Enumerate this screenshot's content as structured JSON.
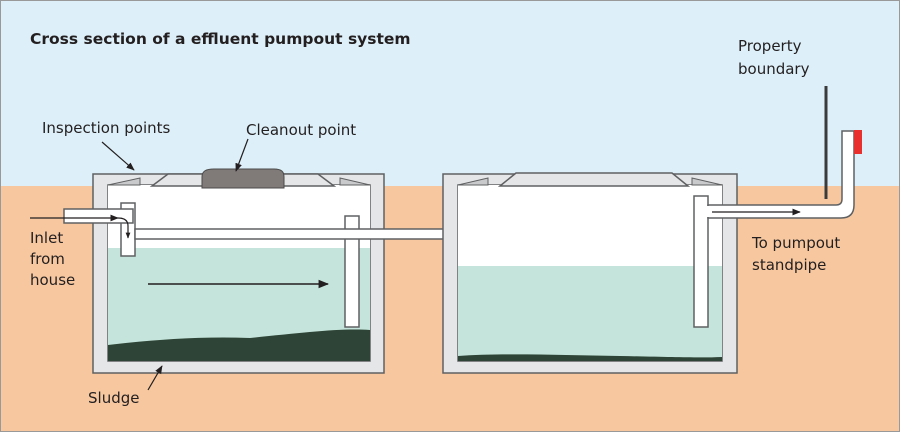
{
  "title": "Cross section of a effluent pumpout system",
  "labels": {
    "property_boundary": [
      "Property",
      "boundary"
    ],
    "inspection_points": "Inspection points",
    "cleanout_point": "Cleanout point",
    "inlet": [
      "Inlet",
      "from",
      "house"
    ],
    "to_pumpout": [
      "To pumpout",
      "standpipe"
    ],
    "sludge": "Sludge"
  },
  "colors": {
    "sky": "#ddeff8",
    "ground": "#f7c8a0",
    "tank_wall": "#e5e6e7",
    "outline": "#5f6062",
    "effluent": "#c5e5dc",
    "sludge": "#2e4436",
    "cleanout_cap": "#807a78",
    "standpipe_cap": "#e8312e"
  }
}
